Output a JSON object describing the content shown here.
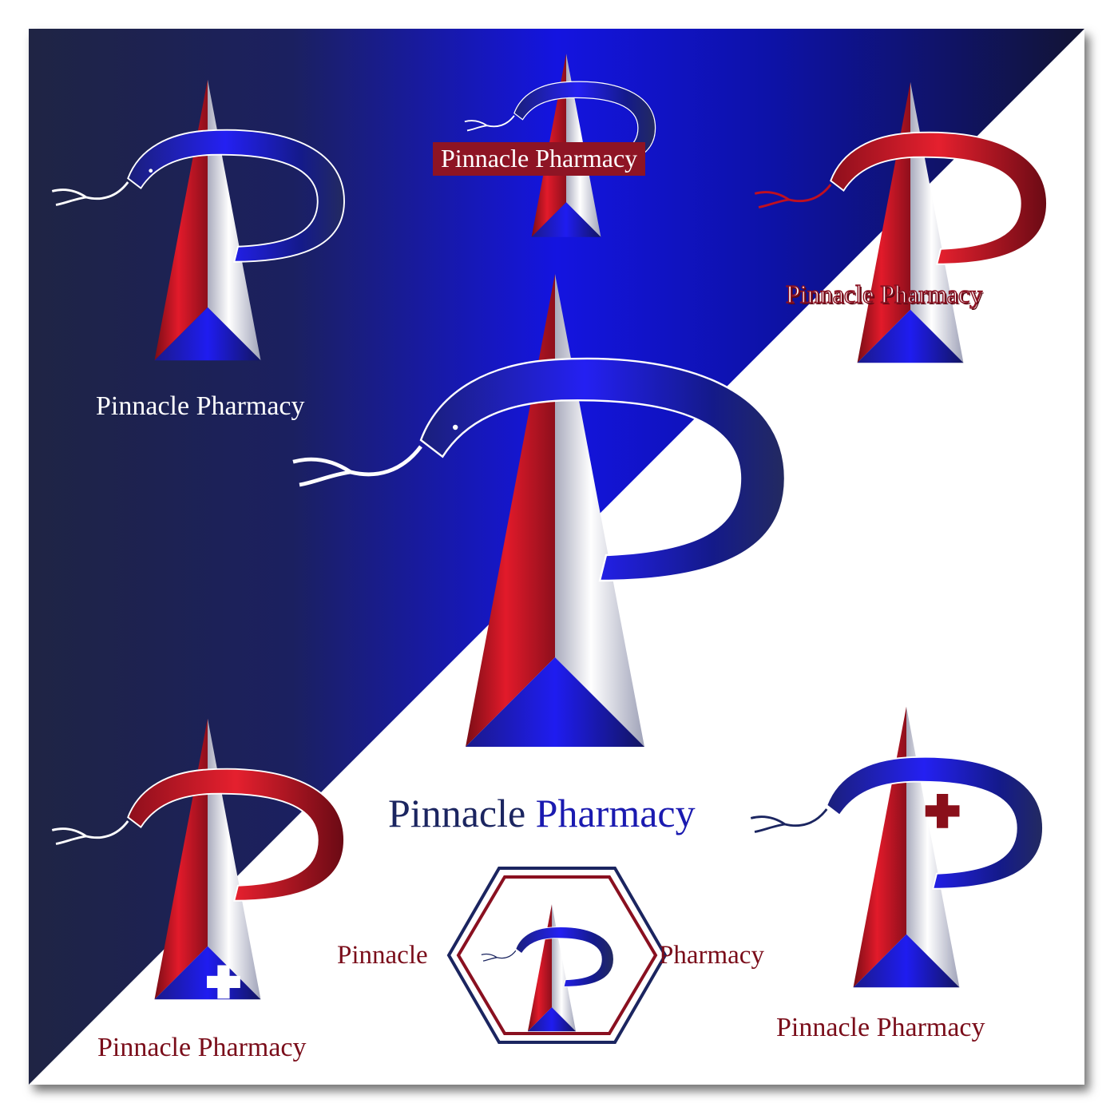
{
  "brand_name": "Pinnacle Pharmacy",
  "main_caption": {
    "word1": "Pinnacle",
    "word2": "Pharmacy"
  },
  "hexagon_caption": {
    "left": "Pinnacle",
    "right": "Pharmacy"
  },
  "colors": {
    "navy_dark": "#1d2240",
    "royal_blue": "#1a12e6",
    "red": "#b5111e",
    "dark_red": "#7a0d1a",
    "silver": "#d9dbe6",
    "white": "#ffffff"
  },
  "captions": {
    "top_left": "Pinnacle Pharmacy",
    "top_center": "Pinnacle Pharmacy",
    "top_right": "Pinnacle Pharmacy",
    "bottom_left": "Pinnacle Pharmacy",
    "bottom_right": "Pinnacle Pharmacy"
  }
}
